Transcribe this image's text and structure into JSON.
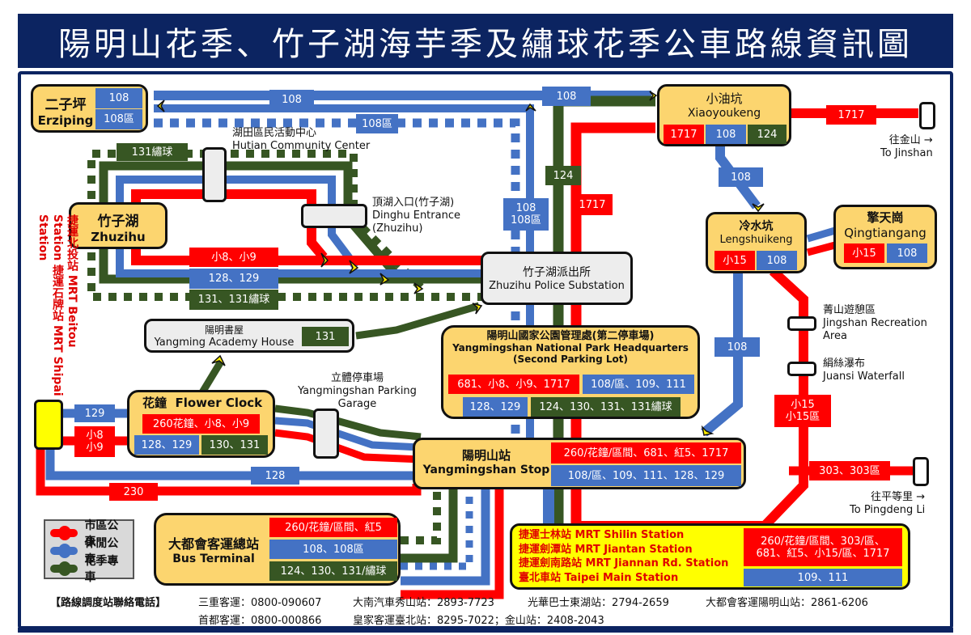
{
  "title": "陽明山花季、竹子湖海芋季及繡球花季公車路線資訊圖",
  "colors": {
    "city_bus": "#ff0000",
    "leisure_bus": "#4472c4",
    "flower_season_bus": "#375623",
    "station_fill": "#fcd56f",
    "mrt_fill": "#ffff00",
    "frame": "#0c2461"
  },
  "legend": [
    {
      "label": "市區公車",
      "color": "#ff0000"
    },
    {
      "label": "休閒公車",
      "color": "#4472c4"
    },
    {
      "label": "花季專車",
      "color": "#375623"
    }
  ],
  "stations": {
    "erziping": {
      "zh": "二子坪",
      "en": "Erziping",
      "routes": [
        {
          "text": "108",
          "type": "blue"
        },
        {
          "text": "108區",
          "type": "blue"
        }
      ]
    },
    "xiaoyoukeng": {
      "zh": "小油坑",
      "en": "Xiaoyoukeng",
      "routes": [
        {
          "text": "1717",
          "type": "red"
        },
        {
          "text": "108",
          "type": "blue"
        },
        {
          "text": "124",
          "type": "green"
        }
      ]
    },
    "zhuzihu": {
      "zh": "竹子湖",
      "en": "Zhuzihu"
    },
    "lengshuikeng": {
      "zh": "冷水坑",
      "en": "Lengshuikeng",
      "routes": [
        {
          "text": "小15",
          "type": "red"
        },
        {
          "text": "108",
          "type": "blue"
        }
      ]
    },
    "qingtiangang": {
      "zh": "擎天崗",
      "en": "Qingtiangang",
      "routes": [
        {
          "text": "小15",
          "type": "red"
        },
        {
          "text": "108",
          "type": "blue"
        }
      ]
    },
    "police": {
      "zh": "竹子湖派出所",
      "en": "Zhuzihu Police Substation"
    },
    "academy": {
      "zh": "陽明書屋",
      "en": "Yangming Academy House",
      "routes": [
        {
          "text": "131",
          "type": "green"
        }
      ]
    },
    "headquarters": {
      "zh": "陽明山國家公園管理處(第二停車場)",
      "en1": "Yangmingshan National Park Headquarters",
      "en2": "(Second Parking Lot)",
      "routes": [
        {
          "text": "681、小8、小9、1717",
          "type": "red"
        },
        {
          "text": "108/區、109、111",
          "type": "blue"
        },
        {
          "text": "128、129",
          "type": "blue"
        },
        {
          "text": "124、130、131、131繡球",
          "type": "green"
        }
      ]
    },
    "flower_clock": {
      "zh": "花鐘",
      "en": "Flower Clock",
      "routes": [
        {
          "text": "260花鐘、小8、小9",
          "type": "red"
        },
        {
          "text": "128、129",
          "type": "blue"
        },
        {
          "text": "130、131",
          "type": "green"
        }
      ]
    },
    "yangmingshan_stop": {
      "zh": "陽明山站",
      "en": "Yangmingshan Stop",
      "routes": [
        {
          "text": "260/花鐘/區間、681、紅5、1717",
          "type": "red"
        },
        {
          "text": "108/區、109、111、128、129",
          "type": "blue"
        }
      ]
    },
    "bus_terminal": {
      "zh": "大都會客運總站",
      "en": "Bus Terminal",
      "routes": [
        {
          "text": "260/花鐘/區間、紅5",
          "type": "red"
        },
        {
          "text": "108、108區",
          "type": "blue"
        },
        {
          "text": "124、130、131/繡球",
          "type": "green"
        }
      ]
    },
    "mrt_taipei": {
      "lines": [
        "捷運士林站 MRT Shilin Station",
        "捷運劍潭站 MRT Jiantan Station",
        "捷運劍南路站 MRT Jiannan Rd. Station",
        "臺北車站 Taipei Main Station"
      ],
      "routes": [
        {
          "text": "260/花鐘/區間、303/區、681、紅5、小15/區、1717",
          "type": "red"
        },
        {
          "text": "109、111",
          "type": "blue"
        }
      ]
    }
  },
  "stops": {
    "hutian": {
      "zh": "湖田區民活動中心",
      "en": "Hutian Community Center"
    },
    "dinghu": {
      "zh": "頂湖入口(竹子湖)",
      "en1": "Dinghu Entrance",
      "en2": "(Zhuzihu)"
    },
    "parking": {
      "zh": "立體停車場",
      "en1": "Yangmingshan Parking",
      "en2": "Garage"
    },
    "jingshan": {
      "zh": "菁山遊憩區",
      "en1": "Jingshan Recreation",
      "en2": "Area"
    },
    "juansi": {
      "zh": "絹絲瀑布",
      "en": "Juansi Waterfall"
    }
  },
  "destinations": {
    "jinshan": {
      "zh": "往金山 →",
      "en": "To Jinshan"
    },
    "pingdeng": {
      "zh": "往平等里 →",
      "en": "To Pingdeng Li"
    },
    "mrt_beitou": {
      "line1": "捷運北投站 MRT Beitou Station",
      "line2": "捷運石牌站 MRT Shipai Station"
    }
  },
  "route_labels": {
    "top_108": "108",
    "top_108_right": "108",
    "top_108qu": "108區",
    "g131xq": "131繡球",
    "x8x9": "小8、小9",
    "r128129": "128、129",
    "g131": "131、131繡球",
    "v124": "124",
    "v1717": "1717",
    "v108": "108",
    "v108qu": "108區",
    "jinshan_1717": "1717",
    "xy_108": "108",
    "lsk_108": "108",
    "x15": "小15",
    "x15qu": "小15區",
    "r303": "303、303區",
    "l129": "129",
    "l_x8": "小8",
    "l_x9": "小9",
    "l128": "128",
    "l230": "230"
  },
  "footer": {
    "heading": "【路線調度站聯絡電話】",
    "row1": [
      "三重客運：0800-090607",
      "大南汽車秀山站：2893-7723",
      "光華巴士東湖站：2794-2659",
      "大都會客運陽明山站：2861-6206"
    ],
    "row2": [
      "首都客運：0800-000866",
      "皇家客運臺北站：8295-7022；金山站：2408-2043"
    ]
  }
}
